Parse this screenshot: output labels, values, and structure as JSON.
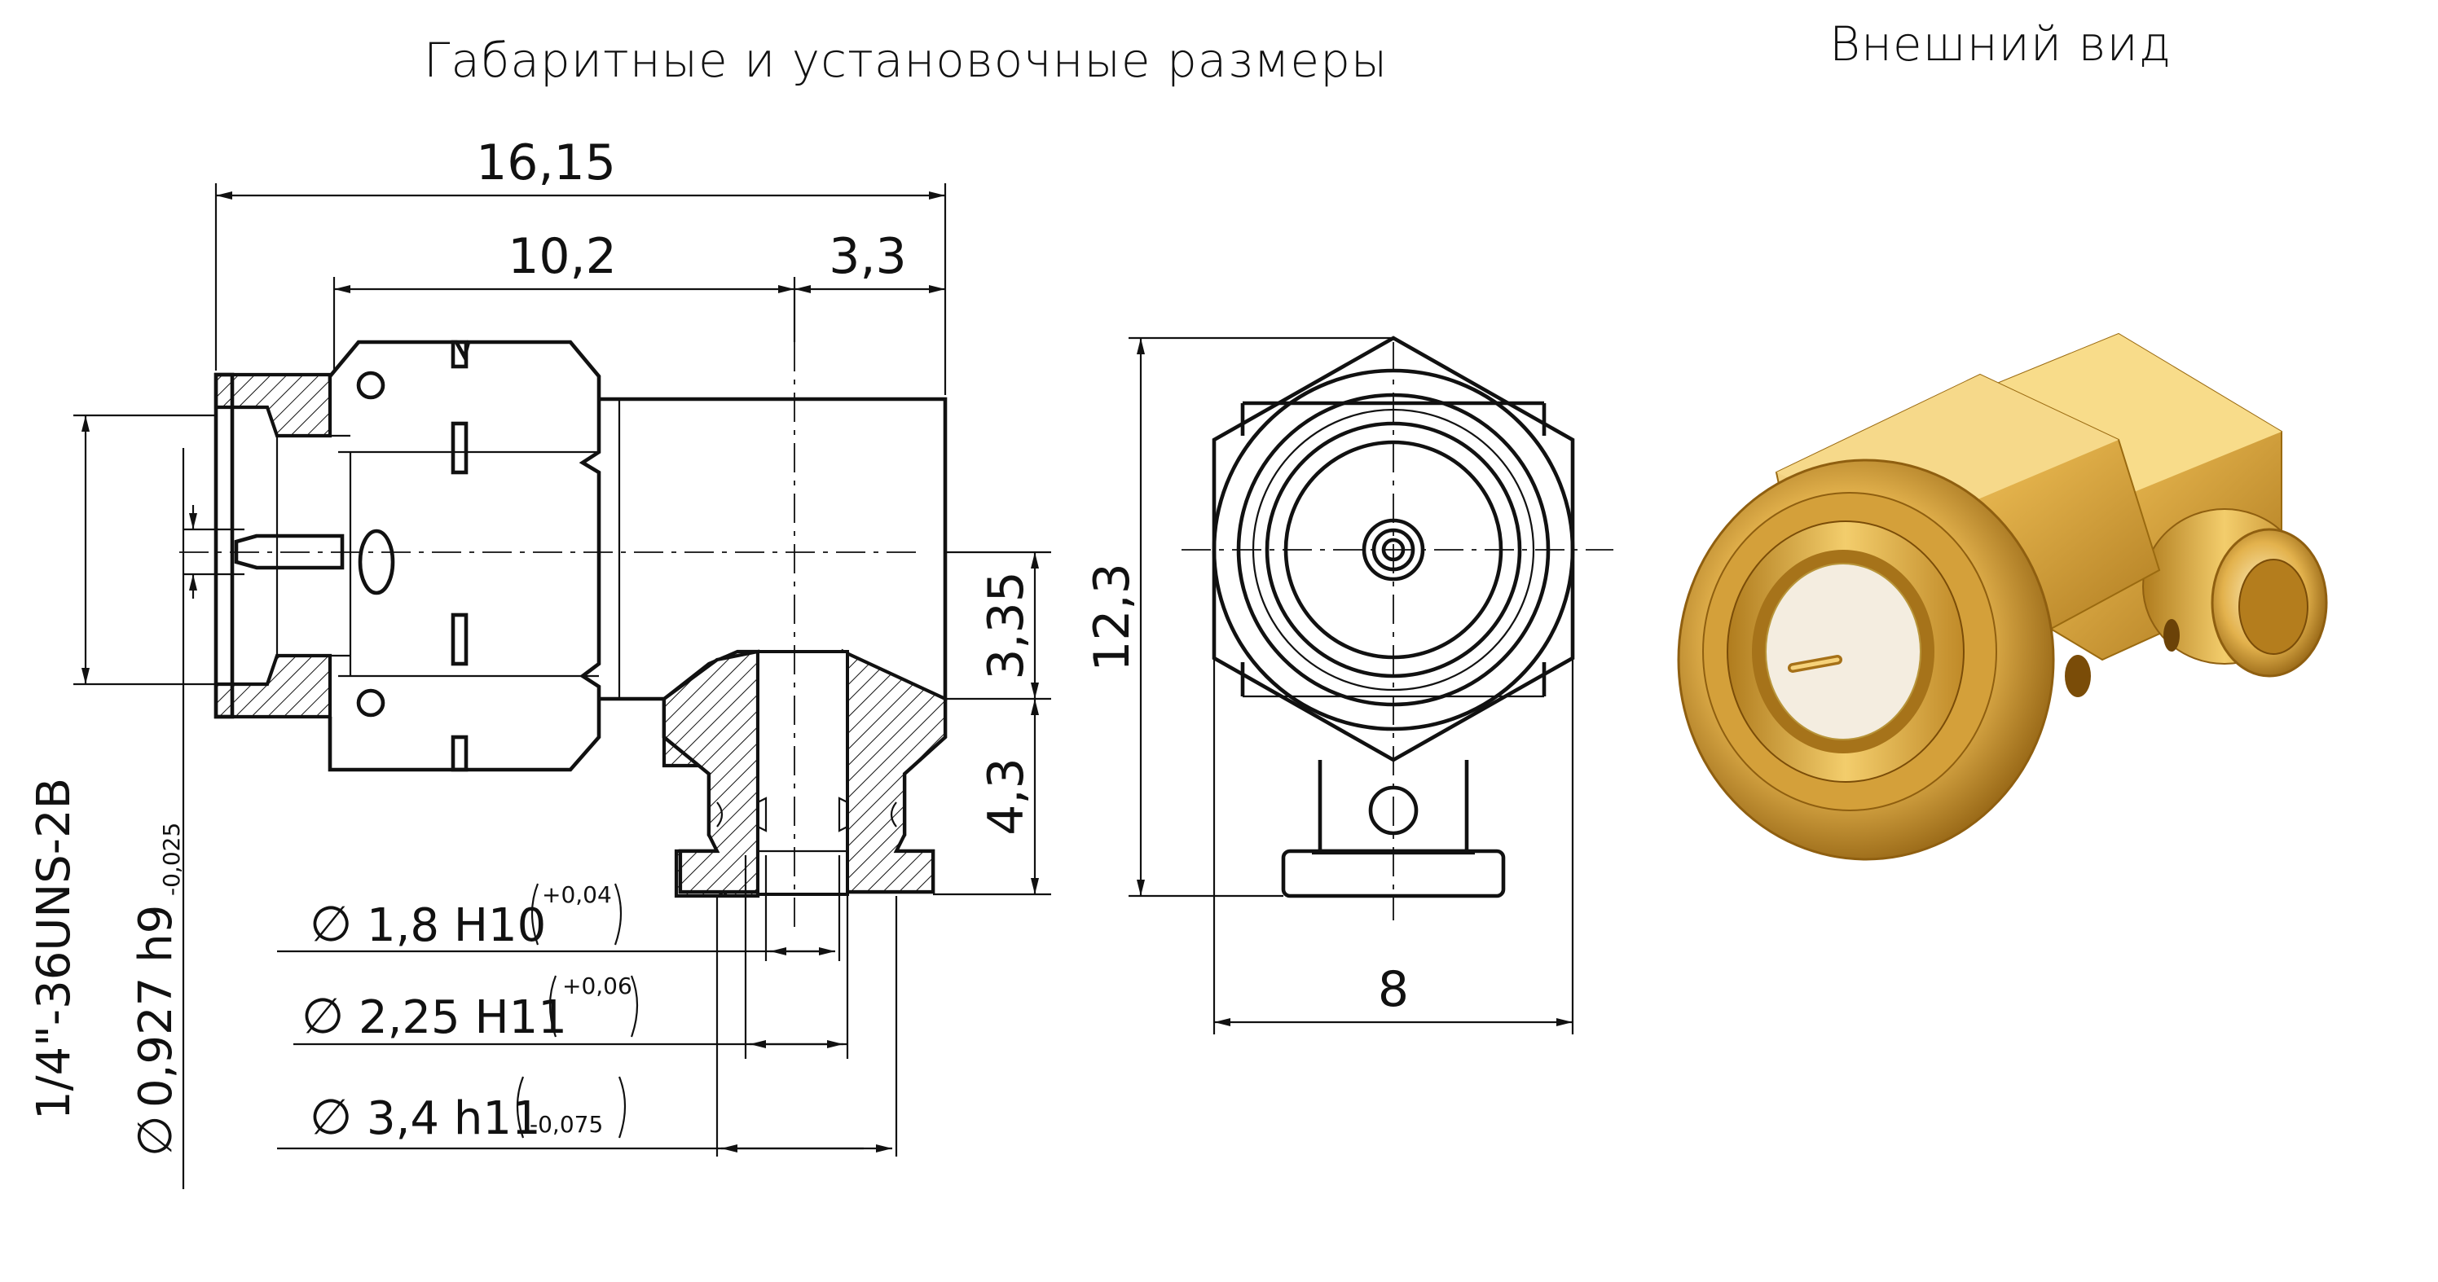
{
  "header": {
    "left_title": "Габаритные и установочные размеры",
    "right_title": "Внешний вид"
  },
  "dimensions": {
    "overall_length": "16,15",
    "body_length": "10,2",
    "tail_offset": "3,3",
    "height_upper": "3,35",
    "height_lower": "4,3",
    "total_height": "12,3",
    "width": "8",
    "hole1_value": "1,8 H10",
    "hole1_tol": "+0,04",
    "hole2_value": "2,25 H11",
    "hole2_tol": "+0,06",
    "hole3_value": "3,4 h11",
    "hole3_tol": "-0,075",
    "pin_value": "0,927 h9",
    "pin_tol": "-0,025",
    "thread": "1/4\"-36UNS-2B",
    "diameter_symbol": "∅"
  },
  "colors": {
    "line": "#111111",
    "gold_light": "#f6d77a",
    "gold_mid": "#dba83a",
    "gold_dark": "#9a6a10"
  },
  "icons": {
    "photo": "connector-photo"
  }
}
